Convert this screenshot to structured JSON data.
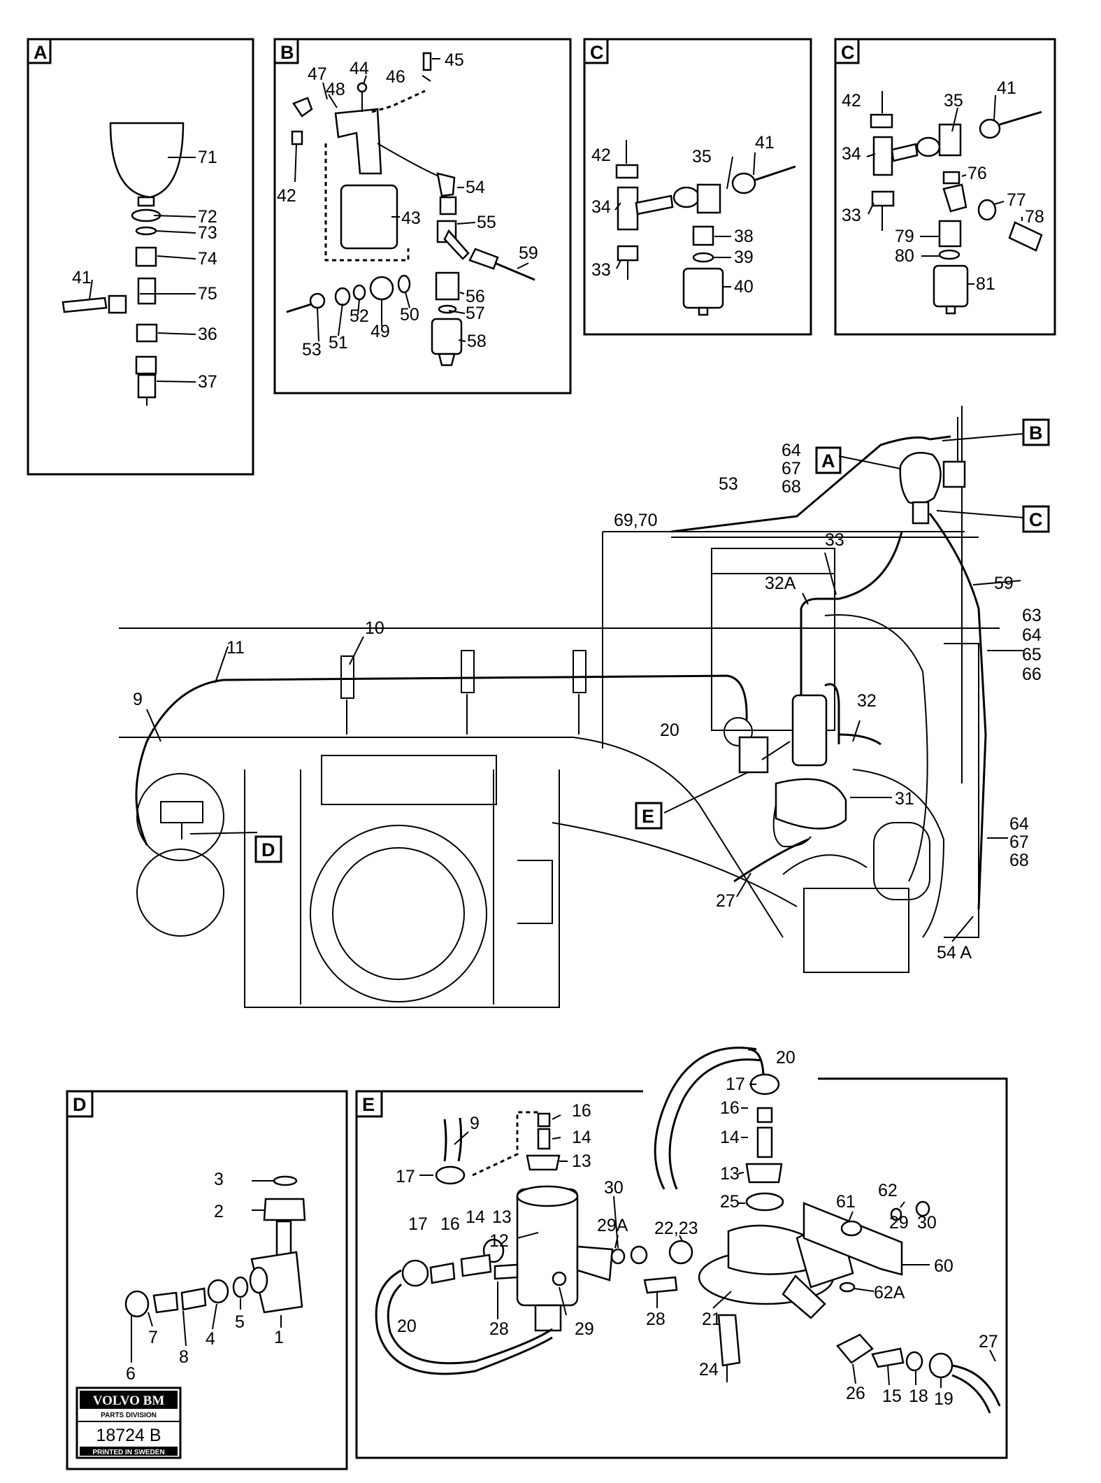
{
  "panels": {
    "A": {
      "tag": "A",
      "labels": [
        "71",
        "72",
        "73",
        "74",
        "41",
        "75",
        "36",
        "37"
      ]
    },
    "B": {
      "tag": "B",
      "labels": [
        "47",
        "44",
        "46",
        "45",
        "48",
        "42",
        "43",
        "54",
        "55",
        "59",
        "53",
        "51",
        "52",
        "49",
        "50",
        "56",
        "57",
        "58"
      ]
    },
    "C1": {
      "tag": "C",
      "labels": [
        "42",
        "35",
        "41",
        "34",
        "33",
        "38",
        "39",
        "40"
      ]
    },
    "C2": {
      "tag": "C",
      "labels": [
        "42",
        "35",
        "41",
        "34",
        "76",
        "77",
        "78",
        "33",
        "79",
        "80",
        "81"
      ]
    },
    "D": {
      "tag": "D",
      "labels": [
        "3",
        "2",
        "1",
        "6",
        "7",
        "8",
        "4",
        "5"
      ]
    },
    "E": {
      "tag": "E",
      "labels": [
        "9",
        "17",
        "16",
        "14",
        "13",
        "30",
        "17",
        "16",
        "14",
        "13",
        "29A",
        "12",
        "28",
        "29",
        "20",
        "20",
        "17",
        "16",
        "14",
        "13",
        "25",
        "22,23",
        "61",
        "62",
        "29",
        "30",
        "60",
        "62A",
        "28",
        "21",
        "24",
        "26",
        "15",
        "18",
        "19",
        "27"
      ]
    }
  },
  "main": {
    "callouts": [
      "A",
      "B",
      "C",
      "D",
      "E"
    ],
    "labels": [
      "64",
      "67",
      "68",
      "53",
      "69,70",
      "33",
      "32A",
      "59",
      "63",
      "64",
      "65",
      "66",
      "10",
      "11",
      "9",
      "20",
      "32",
      "31",
      "64",
      "67",
      "68",
      "27",
      "54 A"
    ]
  },
  "badge": {
    "brand": "VOLVO BM",
    "division": "PARTS DIVISION",
    "number": "18724 B",
    "printed": "PRINTED IN SWEDEN"
  }
}
